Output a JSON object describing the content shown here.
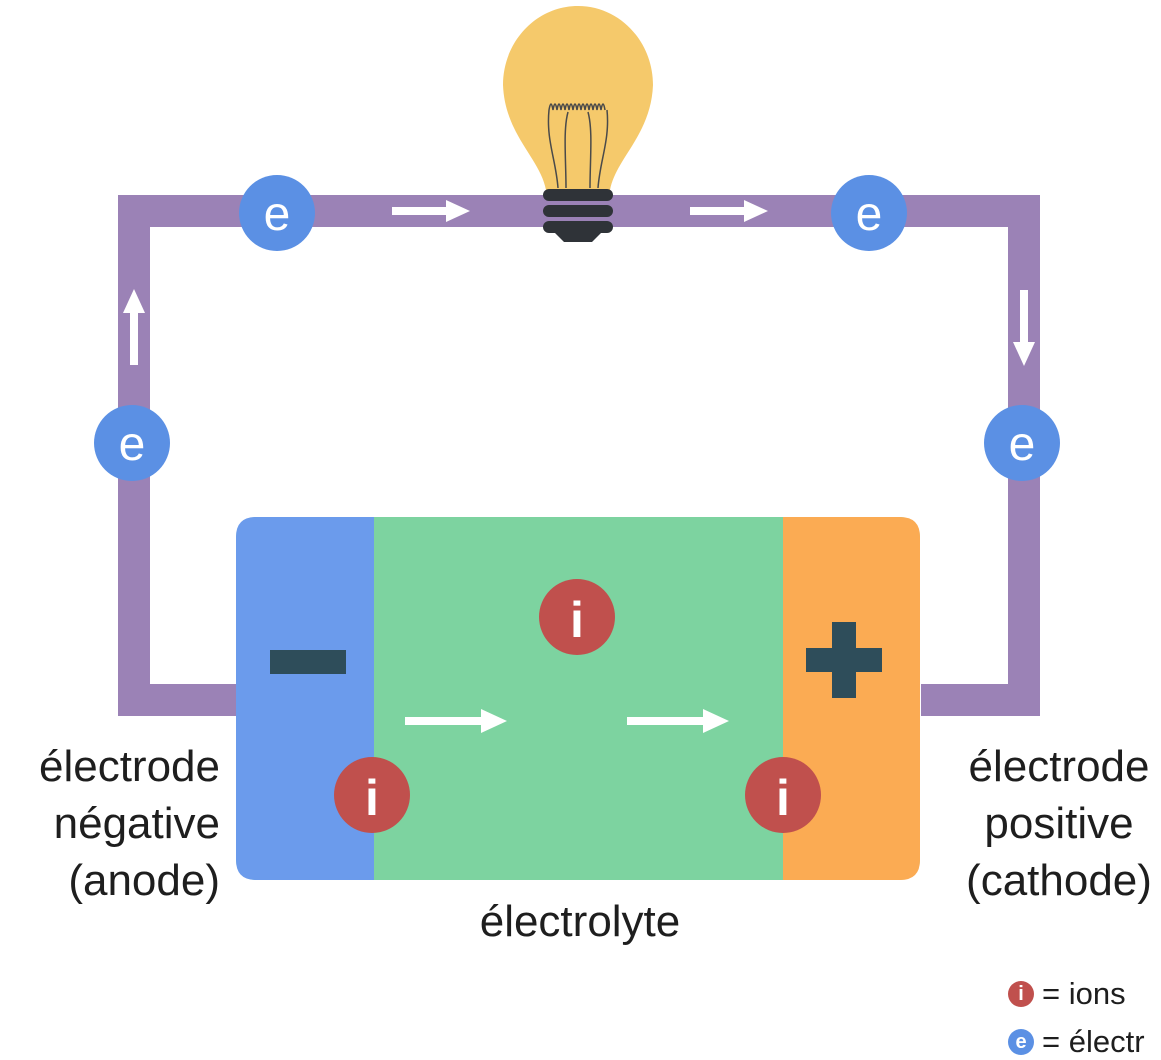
{
  "electron_symbol": "e",
  "ion_symbol": "i",
  "labels": {
    "anode": [
      "électrode",
      "négative",
      "(anode)"
    ],
    "cathode": [
      "électrode",
      "positive",
      "(cathode)"
    ],
    "electrolyte": "électrolyte"
  },
  "legend": {
    "ions": "= ions",
    "electrons": "= électr"
  },
  "colors": {
    "wire": "#9b82b6",
    "electron": "#5b90e4",
    "ion": "#c0504d",
    "anode": "#6b9bec",
    "electrolyte": "#7dd3a0",
    "cathode": "#fbab53",
    "sign": "#2e4d5a",
    "bulb": "#f5c96b",
    "bulb_base": "#2f3338",
    "arrow": "#ffffff"
  }
}
